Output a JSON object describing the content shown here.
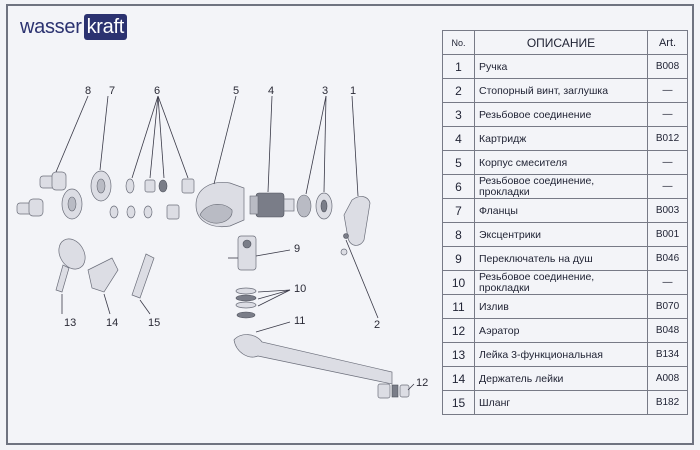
{
  "brand": {
    "part1": "wasser",
    "part2": "kraft"
  },
  "table": {
    "headers": {
      "no": "No.",
      "description": "ОПИСАНИЕ",
      "article": "Art."
    },
    "rows": [
      {
        "no": "1",
        "description": "Ручка",
        "article": "B008"
      },
      {
        "no": "2",
        "description": "Стопорный винт, заглушка",
        "article": "—"
      },
      {
        "no": "3",
        "description": "Резьбовое соединение",
        "article": "—"
      },
      {
        "no": "4",
        "description": "Картридж",
        "article": "B012"
      },
      {
        "no": "5",
        "description": "Корпус смесителя",
        "article": "—"
      },
      {
        "no": "6",
        "description": "Резьбовое соединение, прокладки",
        "article": "—"
      },
      {
        "no": "7",
        "description": "Фланцы",
        "article": "B003"
      },
      {
        "no": "8",
        "description": "Эксцентрики",
        "article": "B001"
      },
      {
        "no": "9",
        "description": "Переключатель на душ",
        "article": "B046"
      },
      {
        "no": "10",
        "description": "Резьбовое соединение, прокладки",
        "article": "—"
      },
      {
        "no": "11",
        "description": "Излив",
        "article": "B070"
      },
      {
        "no": "12",
        "description": "Аэратор",
        "article": "B048"
      },
      {
        "no": "13",
        "description": "Лейка 3-функциональная",
        "article": "B134"
      },
      {
        "no": "14",
        "description": "Держатель лейки",
        "article": "A008"
      },
      {
        "no": "15",
        "description": "Шланг",
        "article": "B182"
      }
    ]
  },
  "callouts": {
    "c1": "1",
    "c2": "2",
    "c3": "3",
    "c4": "4",
    "c5": "5",
    "c6": "6",
    "c7": "7",
    "c8": "8",
    "c9": "9",
    "c10": "10",
    "c11": "11",
    "c12": "12",
    "c13": "13",
    "c14": "14",
    "c15": "15"
  },
  "colors": {
    "brand": "#2b3270",
    "border": "#6f7380",
    "background": "#f3f4f8"
  }
}
